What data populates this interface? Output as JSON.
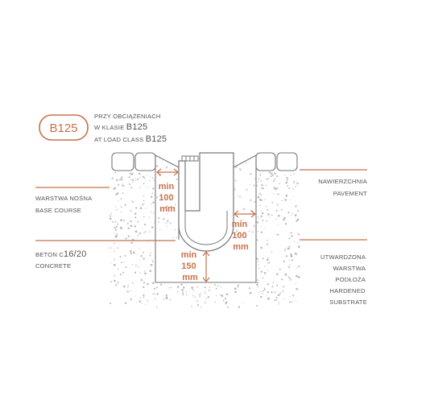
{
  "badge": {
    "text": "B125"
  },
  "load_class": {
    "line1": "PRZY OBCIĄŻENIACH",
    "line2_prefix": "W KLASIE ",
    "line2_value": "B125",
    "line3_prefix": "AT LOAD CLASS ",
    "line3_value": "B125"
  },
  "labels": {
    "pavement_pl": "NAWIERZCHNIA",
    "pavement_en": "PAVEMENT",
    "base_pl": "WARSTWA NOŚNA",
    "base_en": "BASE COURSE",
    "concrete_pl_prefix": "BETON C",
    "concrete_pl_value": "16/20",
    "concrete_en": "CONCRETE",
    "substrate": [
      "UTWARDZONA",
      "WARSTWA",
      "PODŁOŻA",
      "HARDENED",
      "SUBSTRATE"
    ]
  },
  "dimensions": {
    "left": [
      "min",
      "100",
      "mm"
    ],
    "right": [
      "min",
      "100",
      "mm"
    ],
    "bottom": [
      "min",
      "150",
      "mm"
    ]
  },
  "colors": {
    "accent": "#c8714a",
    "line": "#777777",
    "text": "#555555",
    "dots": "#bbbbbb"
  }
}
